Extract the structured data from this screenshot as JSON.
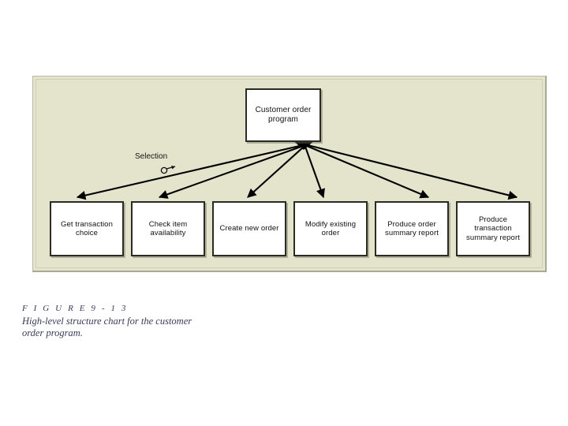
{
  "figure": {
    "caption_number": "F I G U R E   9 - 1 3",
    "caption_text": "High-level structure chart for the customer order program.",
    "panel_bg_color": "#e4e3cc",
    "box_border_color": "#2b2b21",
    "box_fill_color": "#ffffff",
    "connector_color": "#000000"
  },
  "chart_data": {
    "type": "diagram",
    "diagram_kind": "structure-chart",
    "title": "High-level structure chart for the customer order program.",
    "root": {
      "id": "customer-order-program",
      "label": "Customer order program",
      "label_lines": [
        "Customer",
        "order",
        "program"
      ],
      "shape": "rectangle",
      "connector_symbol": "filled-diamond"
    },
    "annotations": [
      {
        "id": "selection",
        "label": "Selection",
        "symbol": "loop-arrow",
        "points_to": "root-to-children-connectors"
      }
    ],
    "children": [
      {
        "id": "get-transaction-choice",
        "label": "Get transaction choice",
        "label_lines": [
          "Get",
          "transaction",
          "choice"
        ]
      },
      {
        "id": "check-item-availability",
        "label": "Check item availability",
        "label_lines": [
          "Check item",
          "availability"
        ]
      },
      {
        "id": "create-new-order",
        "label": "Create new order",
        "label_lines": [
          "Create new",
          "order"
        ]
      },
      {
        "id": "modify-existing-order",
        "label": "Modify existing order",
        "label_lines": [
          "Modify",
          "existing",
          "order"
        ]
      },
      {
        "id": "produce-order-summary",
        "label": "Produce order summary report",
        "label_lines": [
          "Produce order",
          "summary",
          "report"
        ]
      },
      {
        "id": "produce-transaction-summary",
        "label": "Produce transaction summary report",
        "label_lines": [
          "Produce",
          "transaction",
          "summary report"
        ]
      }
    ],
    "edges": [
      {
        "from": "customer-order-program",
        "to": "get-transaction-choice",
        "arrow": "end"
      },
      {
        "from": "customer-order-program",
        "to": "check-item-availability",
        "arrow": "end"
      },
      {
        "from": "customer-order-program",
        "to": "create-new-order",
        "arrow": "end"
      },
      {
        "from": "customer-order-program",
        "to": "modify-existing-order",
        "arrow": "end"
      },
      {
        "from": "customer-order-program",
        "to": "produce-order-summary",
        "arrow": "end"
      },
      {
        "from": "customer-order-program",
        "to": "produce-transaction-summary",
        "arrow": "end"
      }
    ]
  }
}
